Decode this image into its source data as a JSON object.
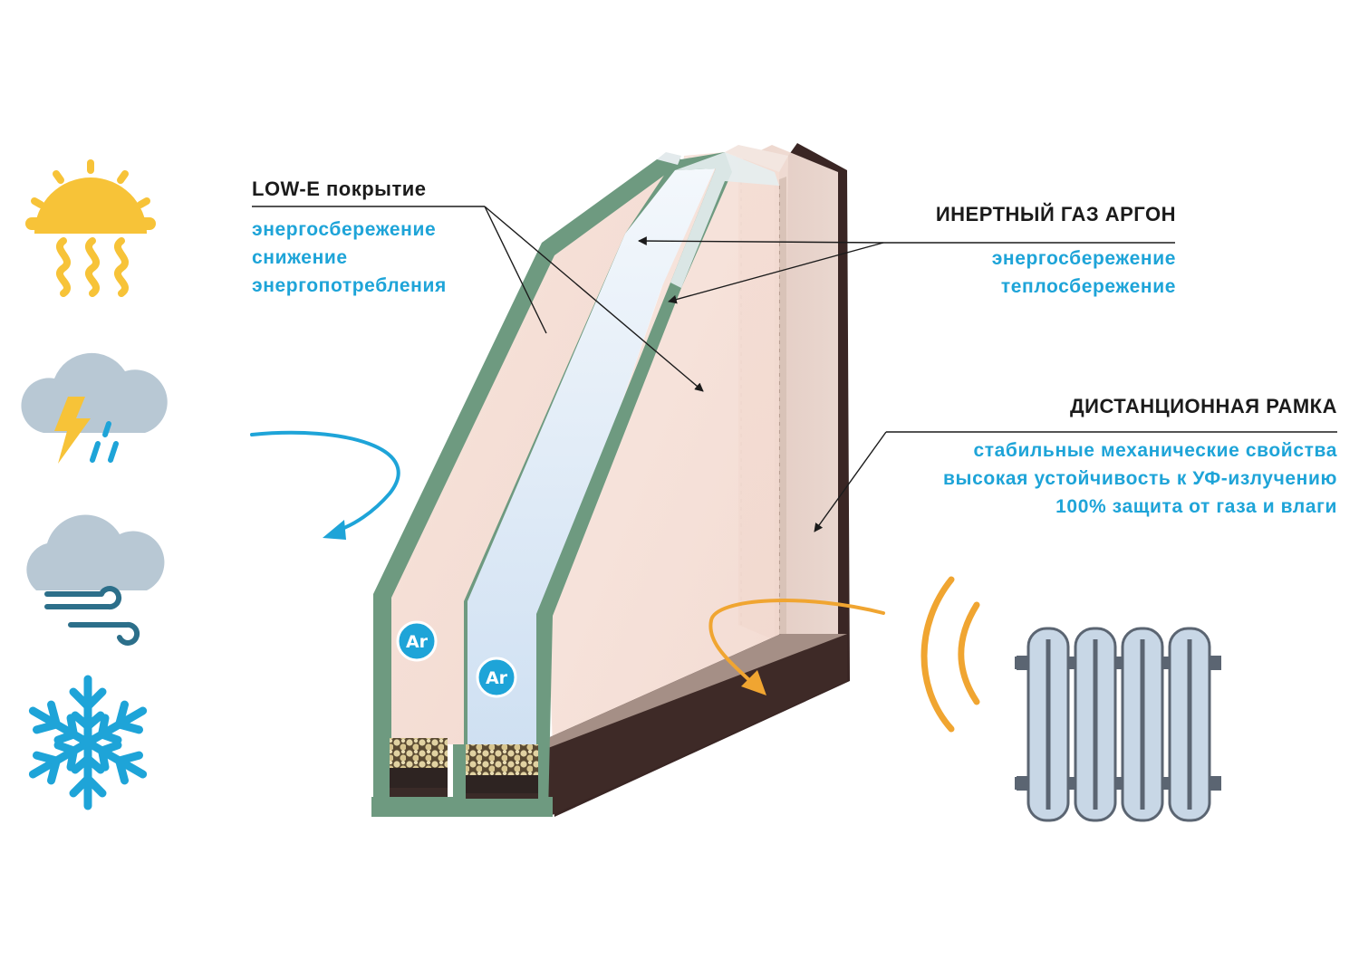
{
  "callouts": {
    "low_e": {
      "title": "LOW-E покрытие",
      "benefits": [
        "энергосбережение",
        "снижение",
        "энергопотребления"
      ]
    },
    "argon": {
      "title": "ИНЕРТНЫЙ ГАЗ АРГОН",
      "benefits": [
        "энергосбережение",
        "теплосбережение"
      ]
    },
    "spacer": {
      "title": "ДИСТАНЦИОННАЯ РАМКА",
      "benefits": [
        "стабильные механические свойства",
        "высокая устойчивость к УФ-излучению",
        "100% защита от газа и влаги"
      ]
    }
  },
  "chamber_marks": [
    "Ar",
    "Ar"
  ],
  "weather_icons": [
    "sun-heat-icon",
    "thunderstorm-icon",
    "wind-cloud-icon",
    "snowflake-icon"
  ],
  "heat_icons": [
    "heat-waves-icon",
    "radiator-icon"
  ],
  "colors": {
    "accent_blue": "#1ea4d8",
    "sun_yellow": "#f7c338",
    "cloud_gray": "#b8c8d4",
    "heat_orange": "#f0a531",
    "glass_green": "#6e9a80",
    "frame_dark": "#3a2624",
    "radiator_fill": "#c8d7e6",
    "radiator_bar": "#5b6572"
  }
}
